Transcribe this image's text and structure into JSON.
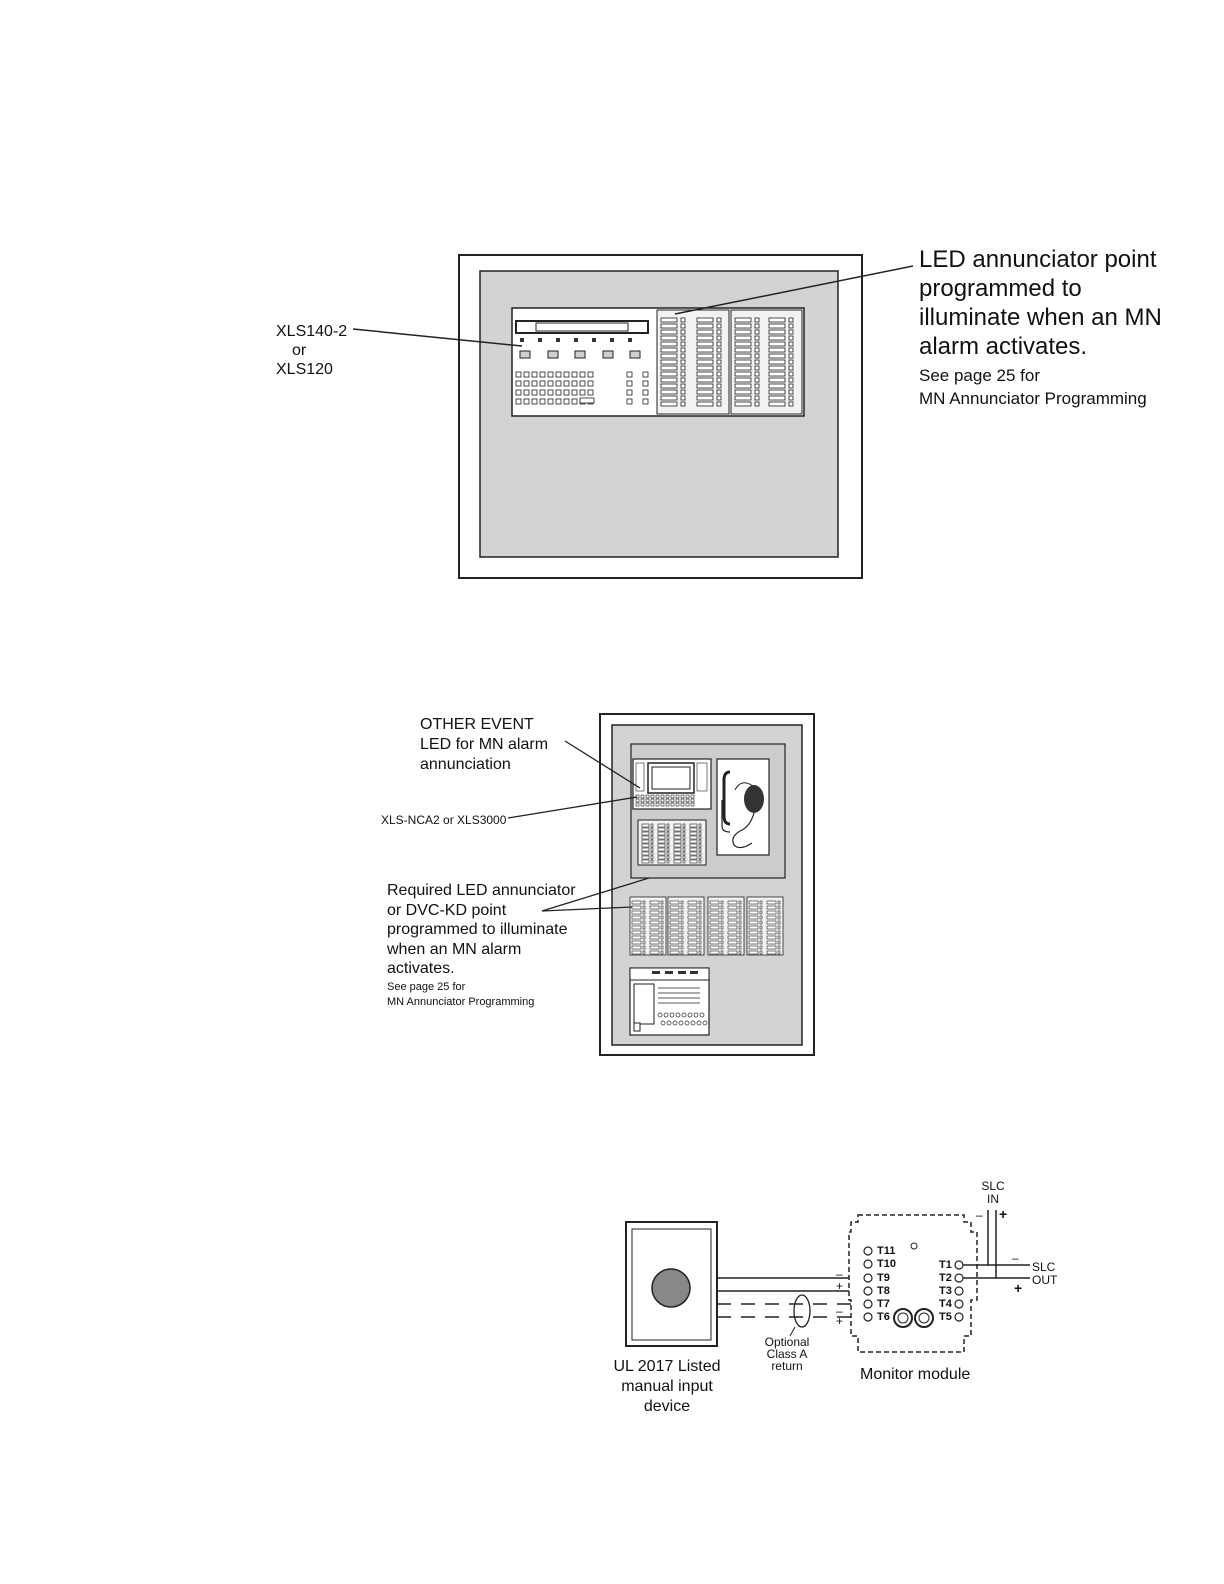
{
  "figure1": {
    "panel_label_line1": "XLS140-2",
    "panel_label_line2": "or",
    "panel_label_line3": "XLS120",
    "callout_line1": "LED annunciator point",
    "callout_line2": "programmed to",
    "callout_line3": "illuminate when an MN",
    "callout_line4": "alarm activates.",
    "note_line1": "See page 25  for",
    "note_line2": "MN Annunciator Programming"
  },
  "figure2": {
    "event_line1": "OTHER EVENT",
    "event_line2": "LED for MN alarm",
    "event_line3": "annunciation",
    "panel_label": "XLS-NCA2 or XLS3000",
    "req_line1": "Required LED annunciator",
    "req_line2": "or DVC-KD point",
    "req_line3": "programmed to illuminate",
    "req_line4": "when an MN alarm",
    "req_line5": "activates.",
    "note_line1": "See page 25  for",
    "note_line2": "MN Annunciator Programming"
  },
  "figure3": {
    "slc_in_line1": "SLC",
    "slc_in_line2": "IN",
    "slc_out_line1": "SLC",
    "slc_out_line2": "OUT",
    "minus": "–",
    "plus": "+",
    "terminals_left": [
      "T11",
      "T10",
      "T9",
      "T8",
      "T7",
      "T6"
    ],
    "terminals_right": [
      "T1",
      "T2",
      "T3",
      "T4",
      "T5"
    ],
    "optional_line1": "Optional",
    "optional_line2": "Class A",
    "optional_line3": "return",
    "device_line1": "UL 2017 Listed",
    "device_line2": "manual input",
    "device_line3": "device",
    "module_label": "Monitor module"
  }
}
